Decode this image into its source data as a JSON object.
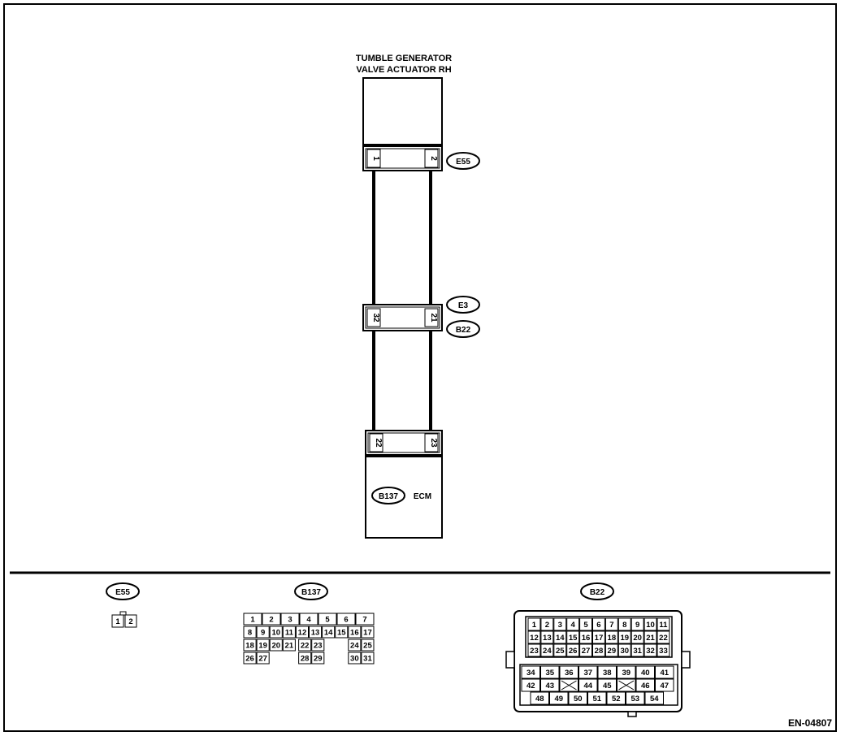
{
  "actuator": {
    "title_line1": "TUMBLE GENERATOR",
    "title_line2": "VALVE ACTUATOR RH"
  },
  "connectors": {
    "e55": {
      "id": "E55",
      "pin_left": "1",
      "pin_right": "2"
    },
    "e3": {
      "id": "E3"
    },
    "b22": {
      "id": "B22",
      "pin_left": "32",
      "pin_right": "21"
    },
    "b137": {
      "id": "B137",
      "pin_left": "22",
      "pin_right": "23"
    }
  },
  "ecm": {
    "label": "ECM"
  },
  "footer": {
    "code": "EN-04807"
  },
  "legend": {
    "e55": {
      "id": "E55",
      "pins": [
        "1",
        "2"
      ]
    },
    "b137": {
      "id": "B137",
      "rows": [
        [
          "1",
          "2",
          "3",
          "4",
          "5",
          "6",
          "7"
        ],
        [
          "8",
          "9",
          "10",
          "11",
          "12",
          "13",
          "14",
          "15",
          "16",
          "17"
        ],
        [
          "18",
          "19",
          "20",
          "21",
          "22",
          "23",
          "24",
          "25"
        ],
        [
          "26",
          "27",
          "28",
          "29",
          "30",
          "31"
        ]
      ]
    },
    "b22": {
      "id": "B22",
      "rows": [
        [
          "1",
          "2",
          "3",
          "4",
          "5",
          "6",
          "7",
          "8",
          "9",
          "10",
          "11"
        ],
        [
          "12",
          "13",
          "14",
          "15",
          "16",
          "17",
          "18",
          "19",
          "20",
          "21",
          "22"
        ],
        [
          "23",
          "24",
          "25",
          "26",
          "27",
          "28",
          "29",
          "30",
          "31",
          "32",
          "33"
        ],
        [
          "34",
          "35",
          "36",
          "37",
          "38",
          "39",
          "40",
          "41"
        ],
        [
          "42",
          "43",
          "44",
          "45",
          "46",
          "47"
        ],
        [
          "48",
          "49",
          "50",
          "51",
          "52",
          "53",
          "54"
        ]
      ]
    }
  }
}
